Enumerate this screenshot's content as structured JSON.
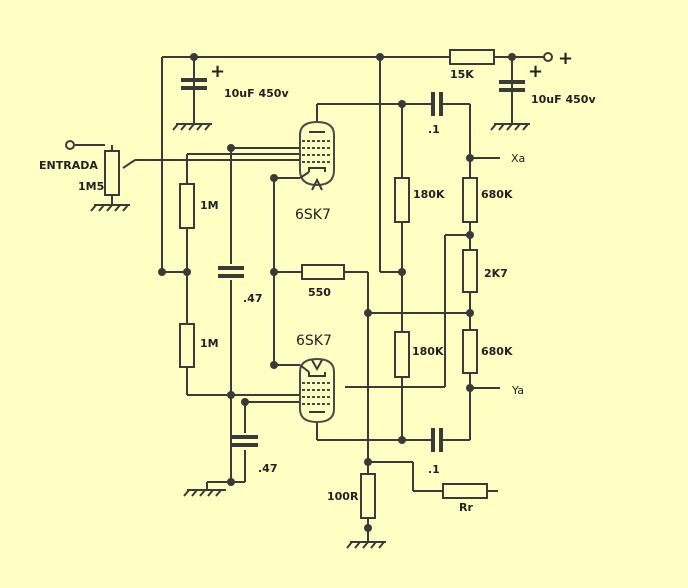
{
  "labels": {
    "entrada": "ENTRADA",
    "pot_value": "1M5",
    "cap_supply_left": "10uF 450v",
    "cap_supply_right": "10uF 450v",
    "r_15k": "15K",
    "plus_small": "+",
    "plus_big": "+",
    "plus_cap_right": "+",
    "cap_top_coupling": ".1",
    "cap_bottom_coupling": ".1",
    "output_a": "Xa",
    "output_b": "Ya",
    "r_180k_top": "180K",
    "r_180k_bottom": "180K",
    "r_680k_top": "680K",
    "r_680k_bottom": "680K",
    "r_2k7": "2K7",
    "r_1m_top": "1M",
    "r_1m_bottom": "1M",
    "cap_47_mid": ".47",
    "cap_47_bottom": ".47",
    "r_550": "550",
    "tube_top": "6SK7",
    "tube_bottom": "6SK7",
    "r_100r": "100R",
    "r_rr": "Rr"
  }
}
